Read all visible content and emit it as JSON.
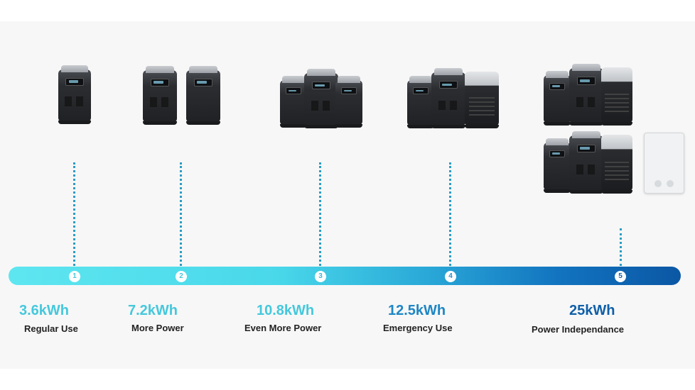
{
  "tiers": [
    {
      "number": "1",
      "kwh": "3.6kWh",
      "label": "Regular Use"
    },
    {
      "number": "2",
      "kwh": "7.2kWh",
      "label": "More Power"
    },
    {
      "number": "3",
      "kwh": "10.8kWh",
      "label": "Even More Power"
    },
    {
      "number": "4",
      "kwh": "12.5kWh",
      "label": "Emergency Use"
    },
    {
      "number": "5",
      "kwh": "25kWh",
      "label": "Power Independance"
    }
  ],
  "colors": {
    "bar_start": "#5ee6f0",
    "bar_end": "#0b57a4",
    "tier_1": "#45c8dc",
    "tier_2": "#45c8dc",
    "tier_3": "#45c8dc",
    "tier_4": "#1e86c4",
    "tier_5": "#0f5fa8"
  }
}
